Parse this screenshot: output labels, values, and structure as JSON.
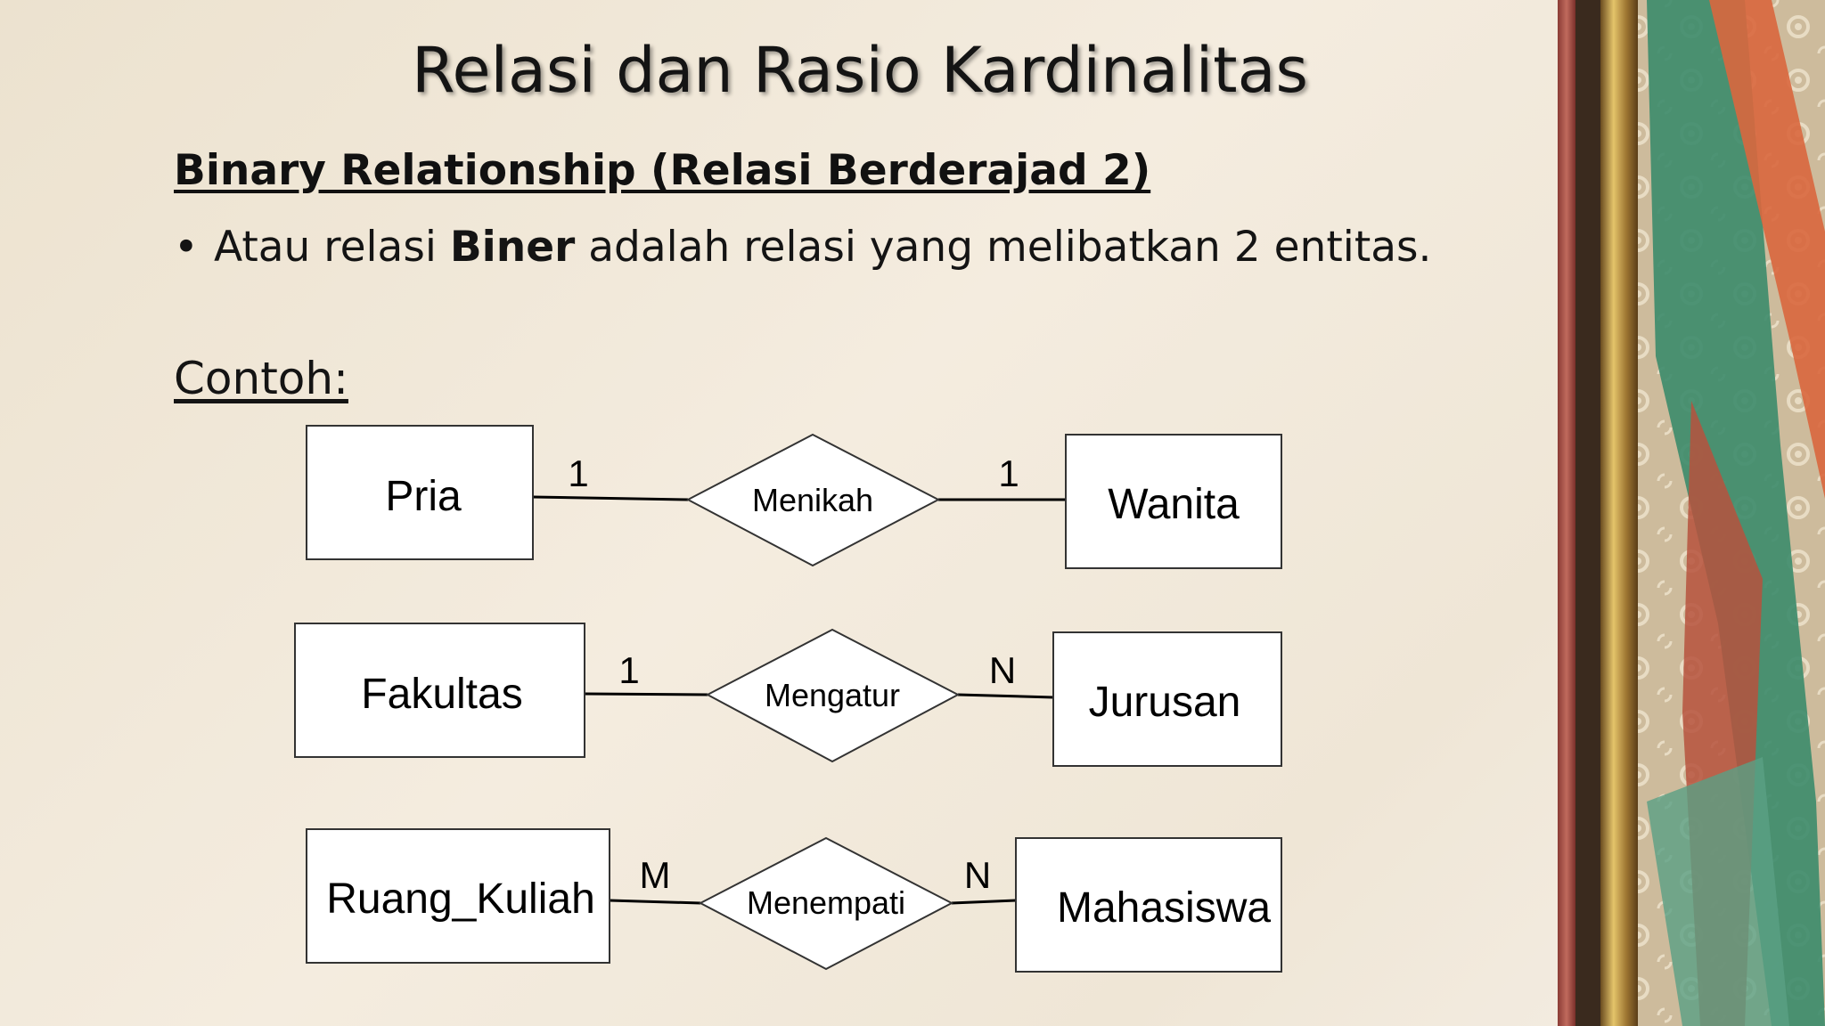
{
  "slide": {
    "title": "Relasi dan Rasio Kardinalitas",
    "subtitle": "Binary Relationship  (Relasi Berderajad 2)",
    "bullet": {
      "marker": "•",
      "prefix": "Atau relasi ",
      "bold": "Biner",
      "suffix": " adalah relasi yang melibatkan 2 entitas."
    },
    "example_label": "Contoh:"
  },
  "er_diagrams": [
    {
      "left_entity": "Pria",
      "left_cardinality": "1",
      "relationship": "Menikah",
      "right_cardinality": "1",
      "right_entity": "Wanita"
    },
    {
      "left_entity": "Fakultas",
      "left_cardinality": "1",
      "relationship": "Mengatur",
      "right_cardinality": "N",
      "right_entity": "Jurusan"
    },
    {
      "left_entity": "Ruang_Kuliah",
      "left_cardinality": "M",
      "relationship": "Menempati",
      "right_cardinality": "N",
      "right_entity": "Mahasiswa"
    }
  ],
  "colors": {
    "background": "#efe6d6",
    "decor_red": "#b5524a",
    "decor_gold": "#c9a24a",
    "decor_green": "#3f8c6c",
    "decor_orange": "#d9673e"
  }
}
